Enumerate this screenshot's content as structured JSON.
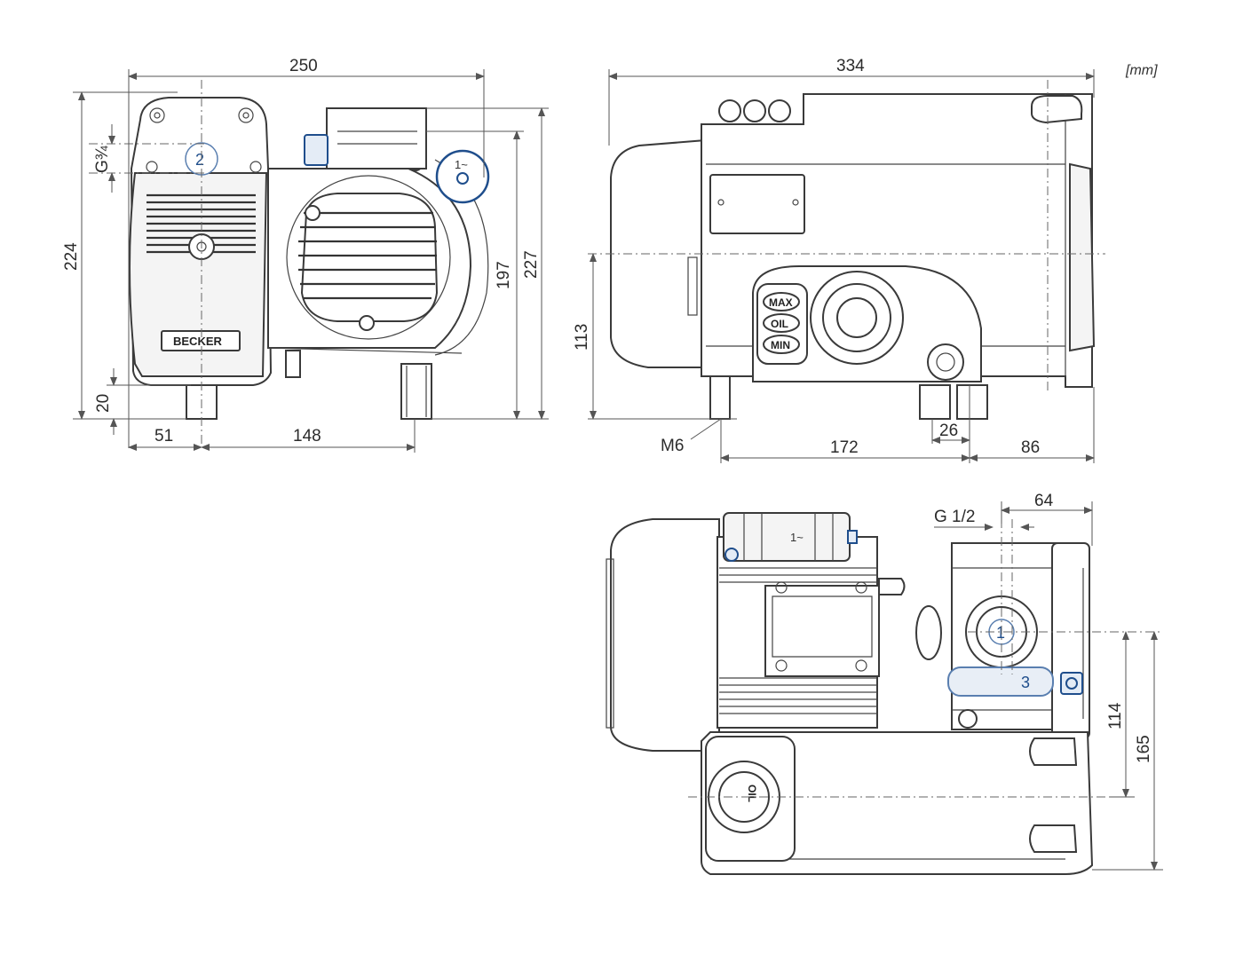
{
  "units": "[mm]",
  "front_view": {
    "dim_width_total": "250",
    "dim_height_total": "224",
    "dim_port_thread": "G¾",
    "dim_foot_height": "20",
    "dim_left_offset": "51",
    "dim_foot_spacing": "148",
    "dim_height_197": "197",
    "dim_height_227": "227",
    "port_2_label": "2",
    "motor_label": "1~",
    "brand_logo": "BECKER"
  },
  "side_view": {
    "dim_length_total": "334",
    "dim_axis_height": "113",
    "thread_label": "M6",
    "dim_foot_172": "172",
    "dim_foot_26": "26",
    "dim_foot_86": "86",
    "gauge_max": "MAX",
    "gauge_oil": "OIL",
    "gauge_min": "MIN"
  },
  "top_view": {
    "dim_64": "64",
    "thread_g_half": "G 1/2",
    "dim_114": "114",
    "dim_165": "165",
    "port_1_label": "1",
    "port_3_label": "3",
    "motor_label": "1~",
    "oil_cap_label": "OIL"
  }
}
